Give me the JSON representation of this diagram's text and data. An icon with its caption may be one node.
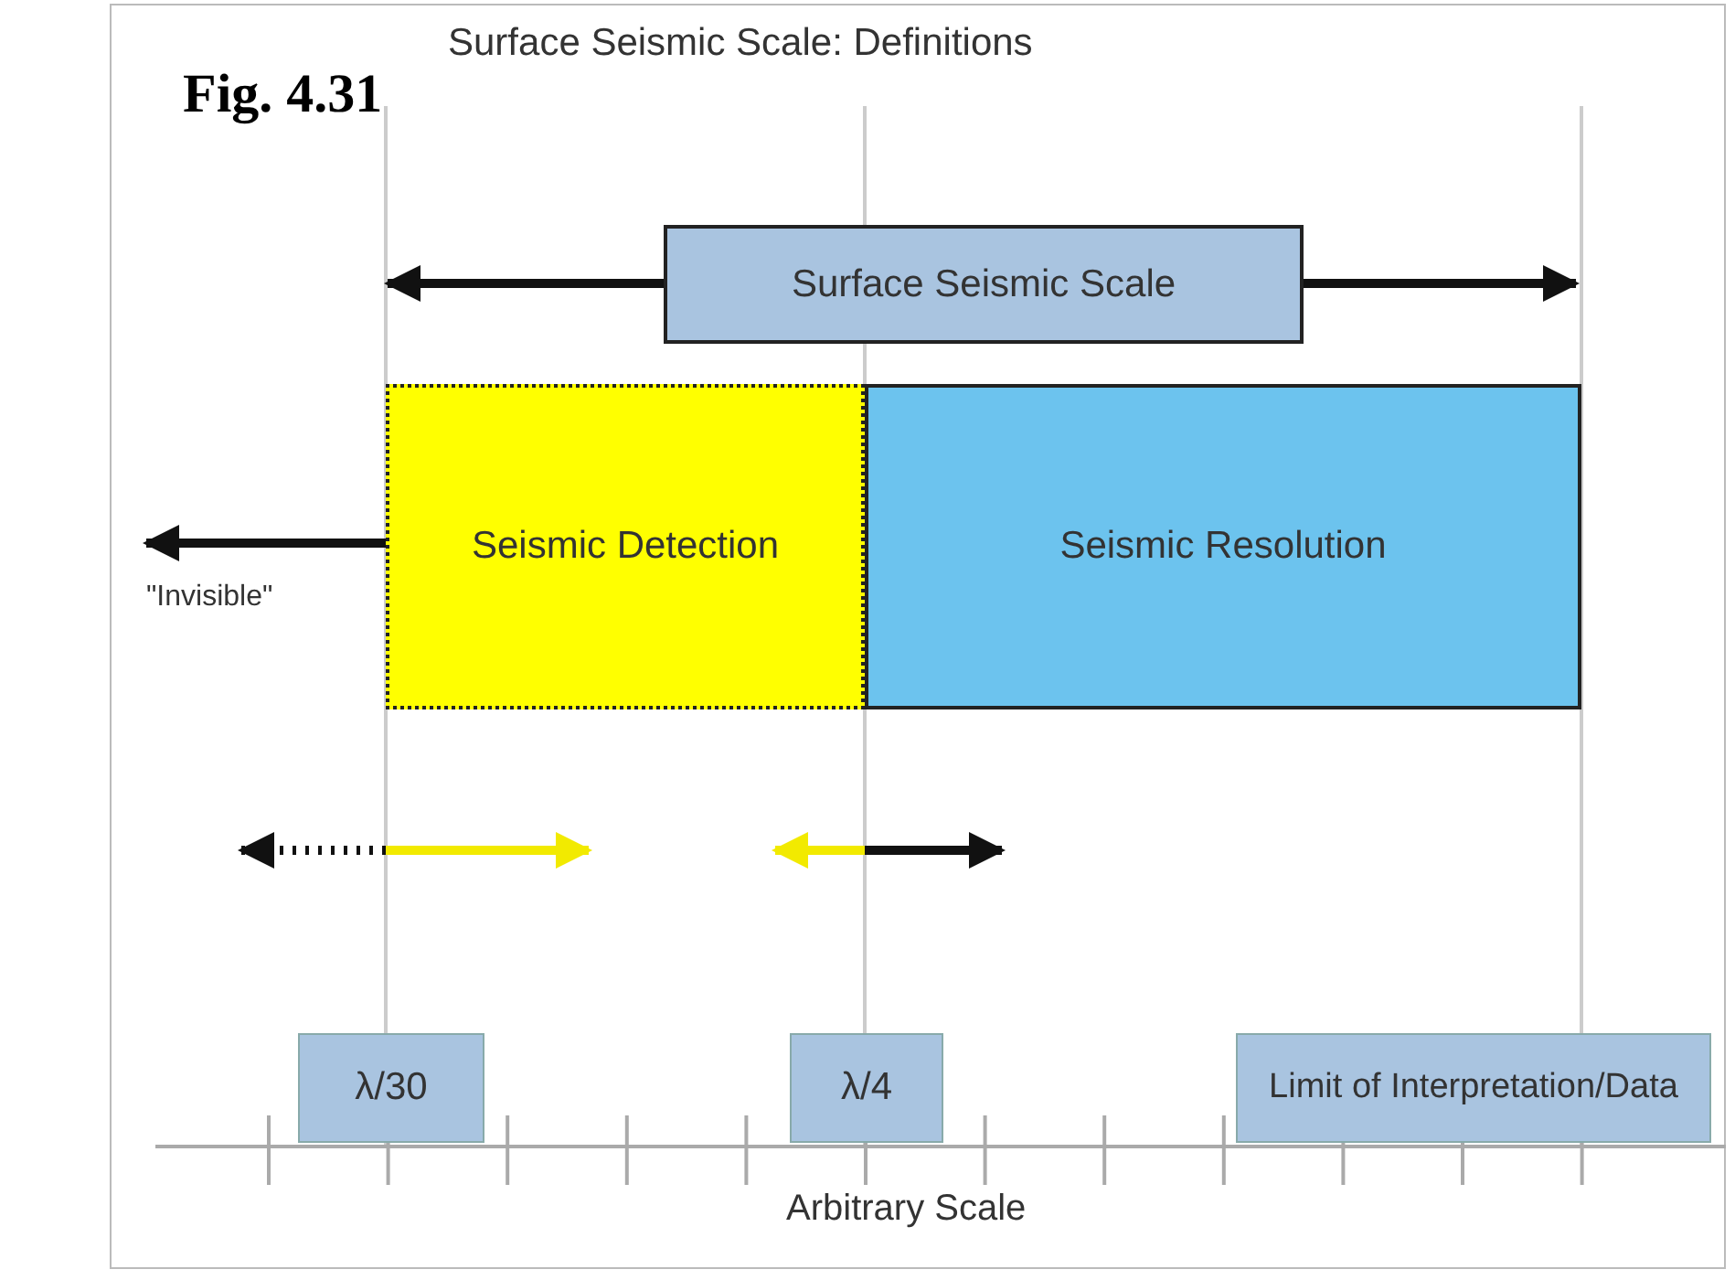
{
  "diagram": {
    "title": "Surface Seismic Scale: Definitions",
    "nodes": [
      {
        "text": [
          "Surface Seismic Scale"
        ]
      },
      {
        "text": [
          "Seismic Detection"
        ]
      },
      {
        "text": [
          "Seismic Resolution"
        ]
      },
      {
        "text": [
          "λ/30"
        ]
      },
      {
        "text": [
          "λ/4"
        ]
      },
      {
        "text": [
          "Limit of Interpretation/Data"
        ]
      }
    ],
    "labels": [
      "Fig. 4.31",
      "\"Invisible\"",
      "Arbitrary Scale"
    ]
  }
}
